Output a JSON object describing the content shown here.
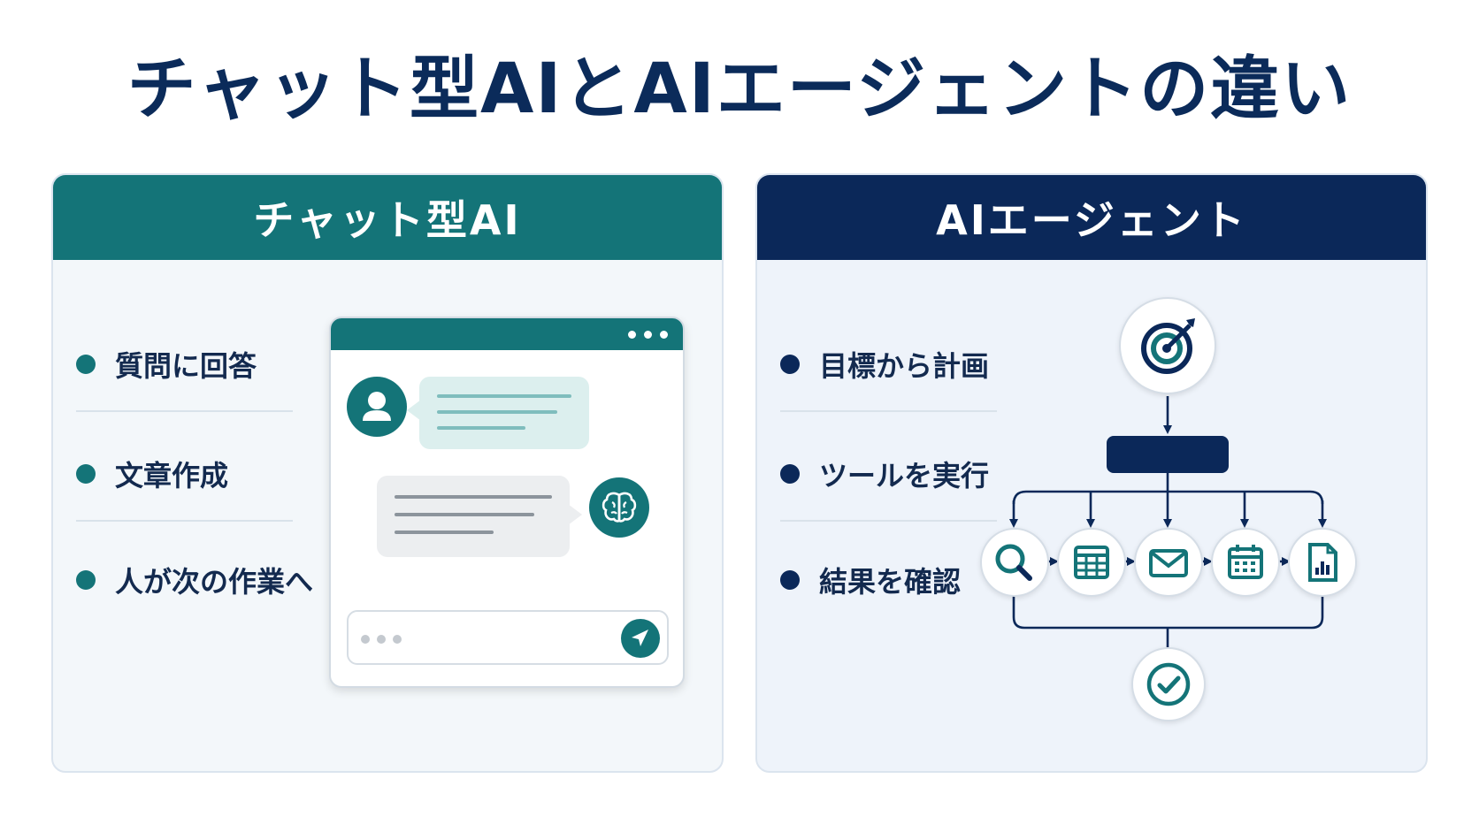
{
  "title": "チャット型AIとAIエージェントの違い",
  "colors": {
    "teal": "#147478",
    "navy": "#0b2859",
    "panel_left_bg": "#f3f7fa",
    "panel_right_bg": "#eef3fa"
  },
  "chat_panel": {
    "header": "チャット型AI",
    "bullets": [
      {
        "label": "質問に回答"
      },
      {
        "label": "文章作成"
      },
      {
        "label": "人が次の作業へ"
      }
    ],
    "chat_window": {
      "icons": [
        "more-dots-icon",
        "user-icon",
        "brain-icon",
        "send-icon"
      ]
    }
  },
  "agent_panel": {
    "header": "AIエージェント",
    "bullets": [
      {
        "label": "目標から計画"
      },
      {
        "label": "ツールを実行"
      },
      {
        "label": "結果を確認"
      }
    ],
    "flow": {
      "goal_icon": "target-icon",
      "tools": [
        "search-icon",
        "table-icon",
        "mail-icon",
        "calendar-icon",
        "document-chart-icon"
      ],
      "result_icon": "check-icon"
    }
  }
}
